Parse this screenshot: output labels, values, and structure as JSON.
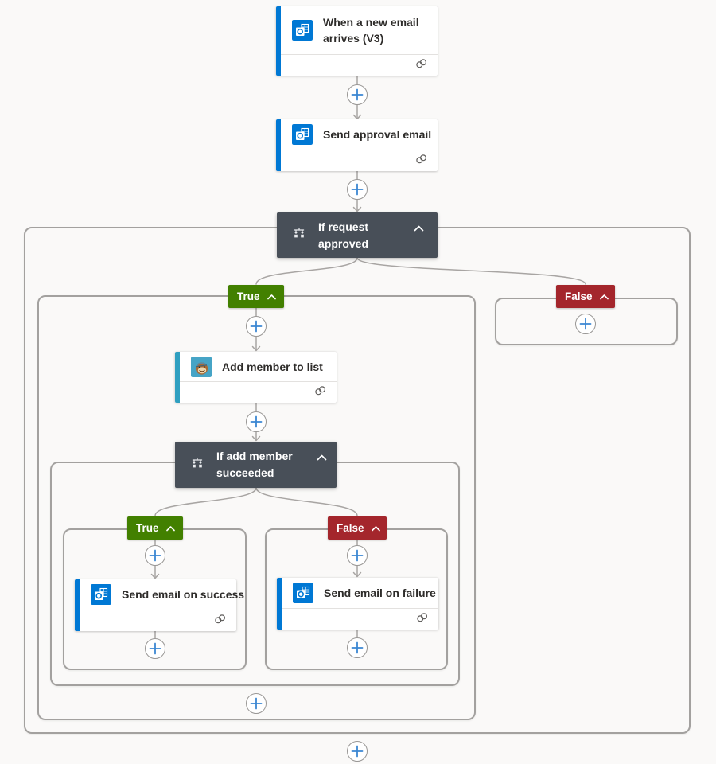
{
  "app": {
    "name": "flow-designer-canvas"
  },
  "colors": {
    "canvas_bg": "#faf9f8",
    "outlook_blue": "#0078d4",
    "mailchimp_teal": "#46a4c6",
    "condition_dark": "#484f58",
    "true_green": "#428000",
    "false_red": "#a4262c",
    "edge_gray": "#a8a5a3",
    "plus_blue": "#3a86d2"
  },
  "cards": {
    "trigger": {
      "title": "When a new email arrives (V3)",
      "icon": "outlook"
    },
    "send_approval": {
      "title": "Send approval email",
      "icon": "outlook"
    },
    "condition_outer": {
      "title": "If request approved",
      "icon": "condition"
    },
    "add_member": {
      "title": "Add member to list",
      "icon": "mailchimp"
    },
    "condition_inner": {
      "title": "If add member succeeded",
      "icon": "condition"
    },
    "send_success": {
      "title": "Send email on success",
      "icon": "outlook"
    },
    "send_failure": {
      "title": "Send email on failure",
      "icon": "outlook"
    }
  },
  "branches": {
    "outer_true": "True",
    "outer_false": "False",
    "inner_true": "True",
    "inner_false": "False"
  }
}
